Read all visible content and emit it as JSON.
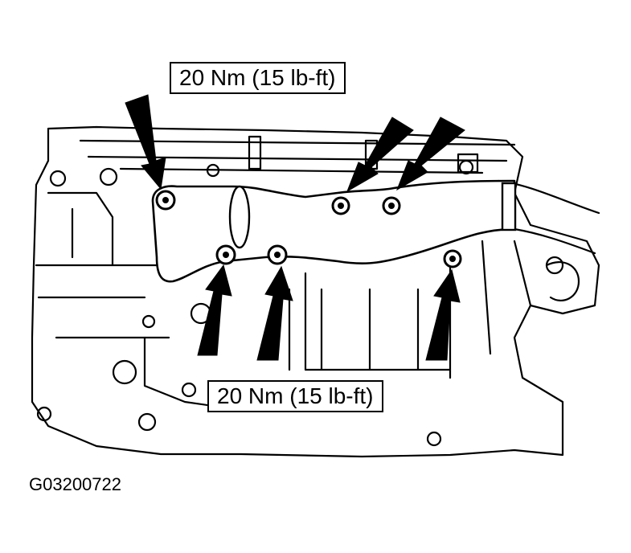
{
  "callouts": {
    "top_torque": "20 Nm (15 lb-ft)",
    "bottom_torque": "20 Nm (15 lb-ft)"
  },
  "figure": {
    "id": "G03200722"
  },
  "colors": {
    "ink": "#000000",
    "paper": "#ffffff"
  }
}
